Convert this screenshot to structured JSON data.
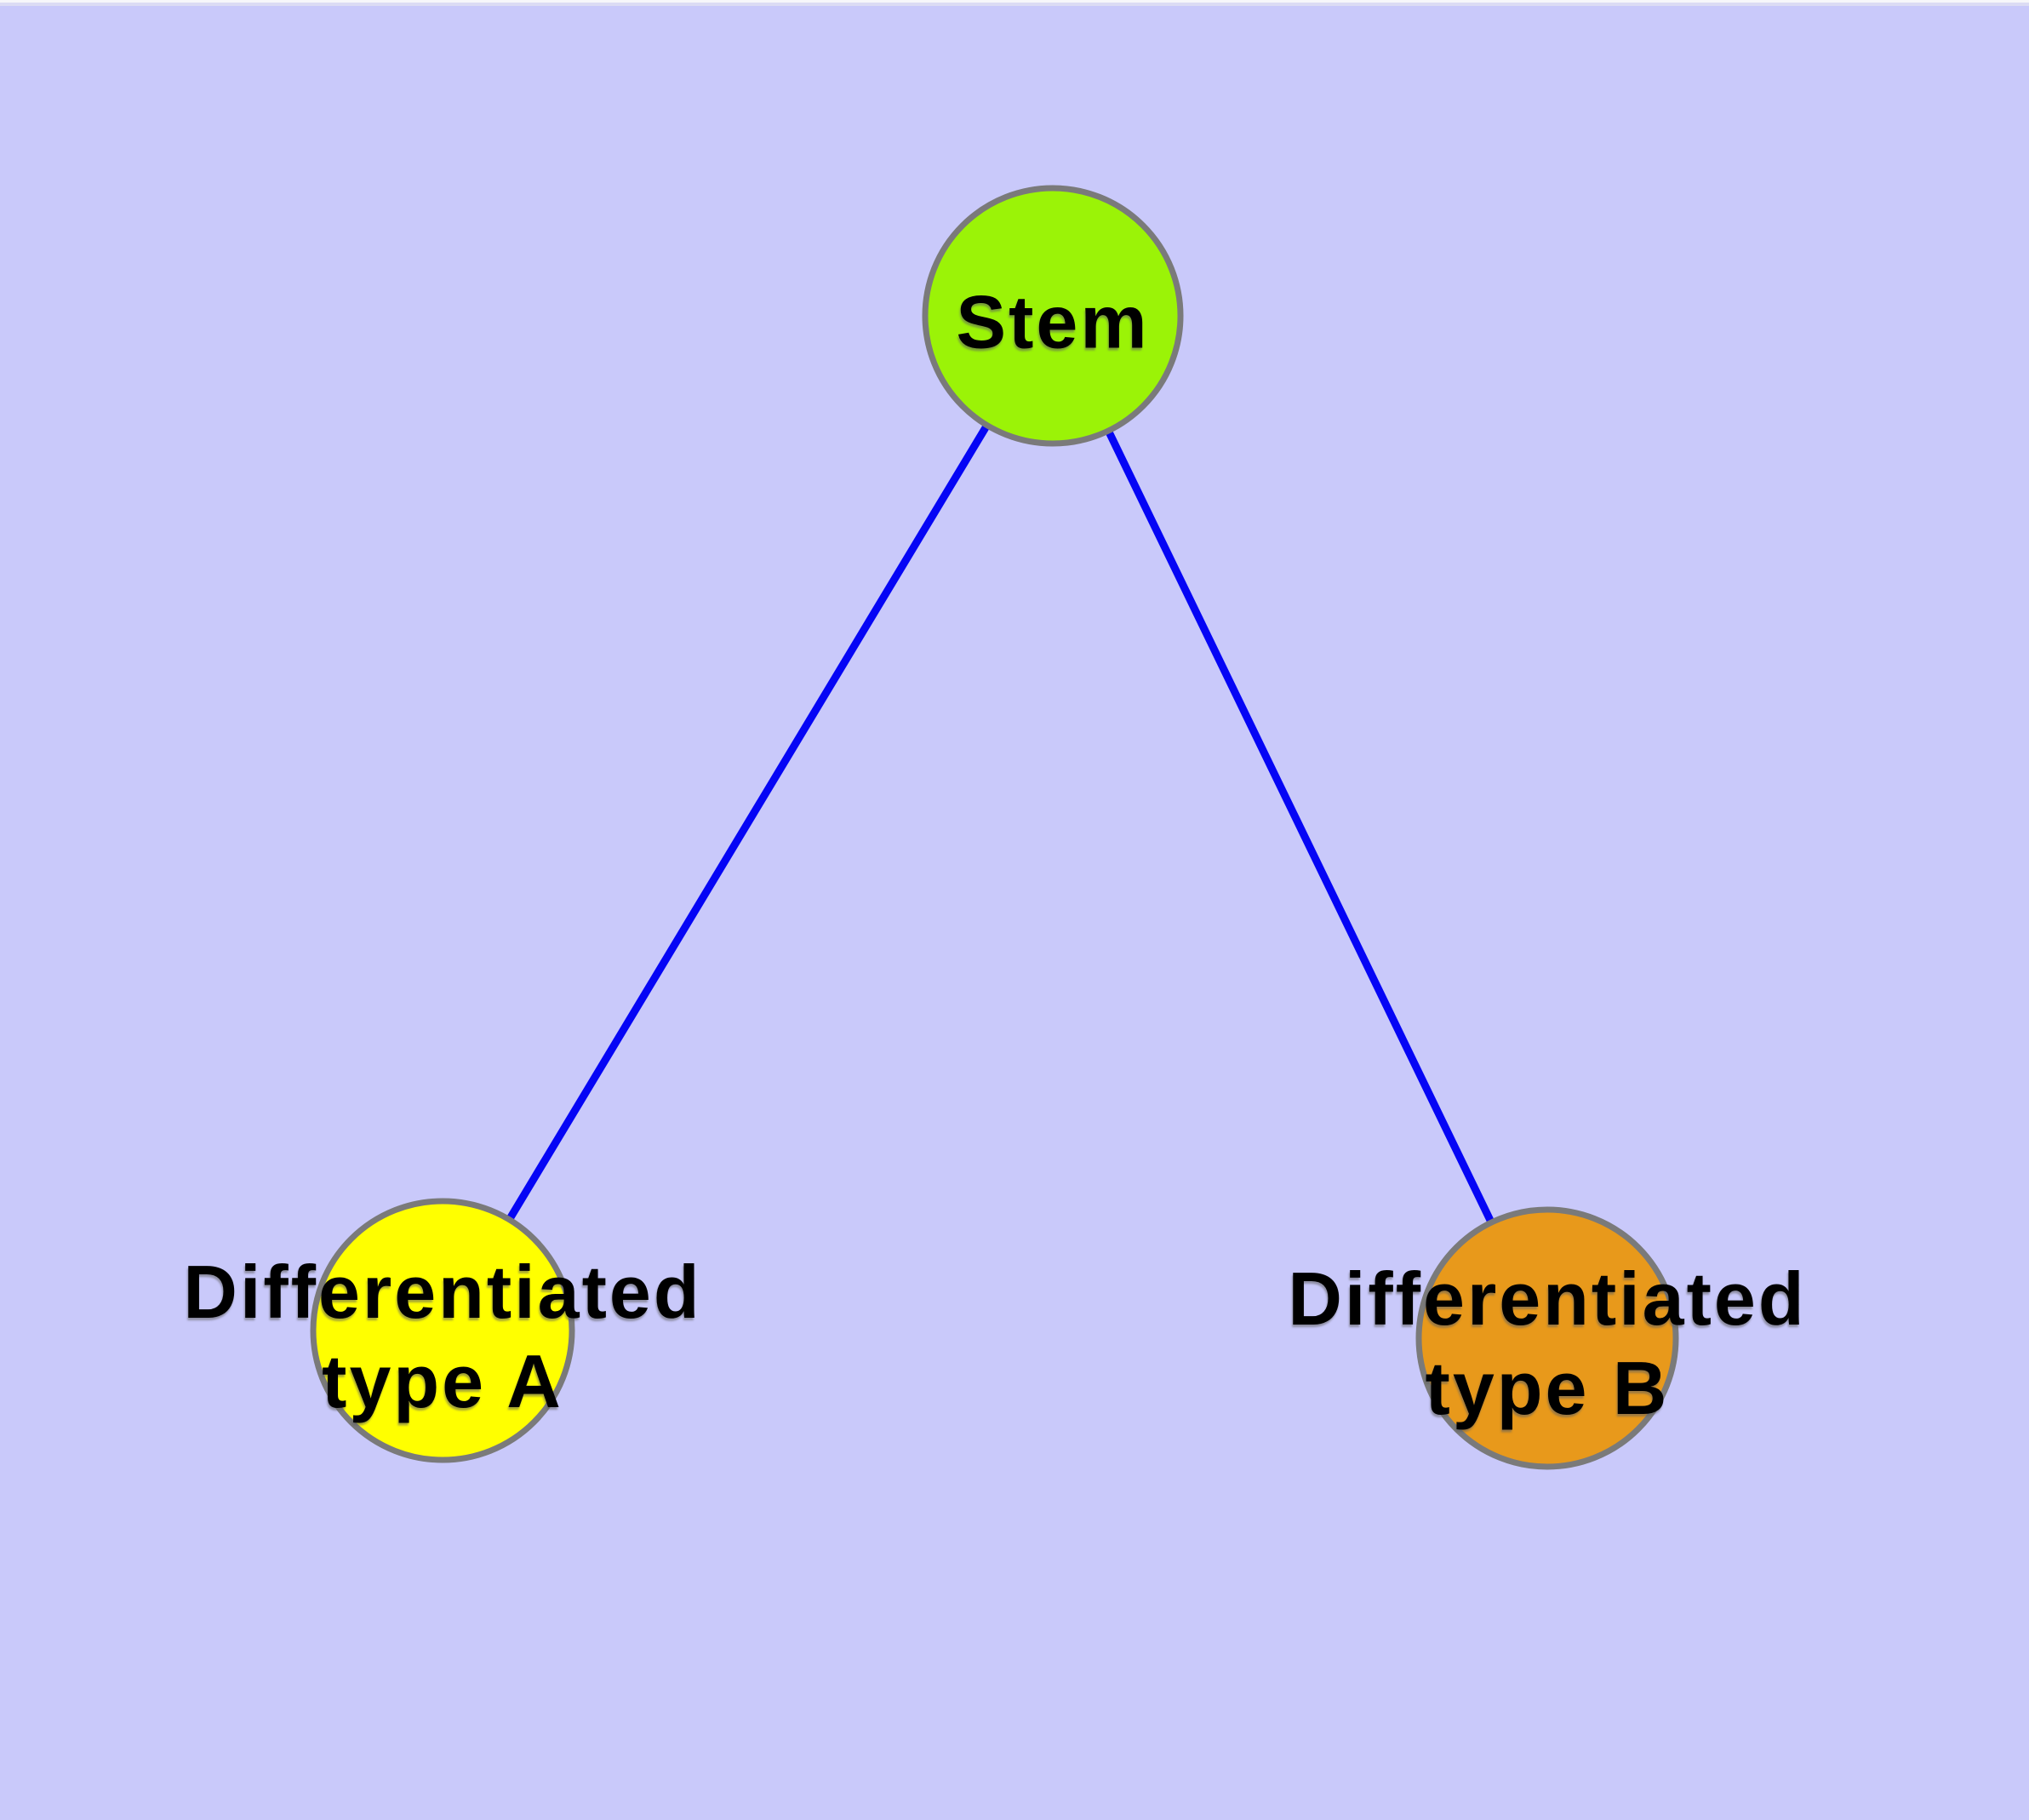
{
  "diagram": {
    "type": "graph",
    "background_color": "#c9c9fa",
    "edge_color": "#0505f5",
    "node_border_color": "#7a7a7a",
    "text_color": "#000000",
    "nodes": {
      "stem": {
        "label": "Stem",
        "fill": "#9bf307"
      },
      "type_a": {
        "label_line1": "Differentiated",
        "label_line2": "type A",
        "fill": "#ffff00"
      },
      "type_b": {
        "label_line1": "Differentiated",
        "label_line2": "type B",
        "fill": "#e8991b"
      }
    },
    "edges": [
      {
        "from": "Stem",
        "to": "Differentiated type A"
      },
      {
        "from": "Stem",
        "to": "Differentiated type B"
      }
    ]
  }
}
